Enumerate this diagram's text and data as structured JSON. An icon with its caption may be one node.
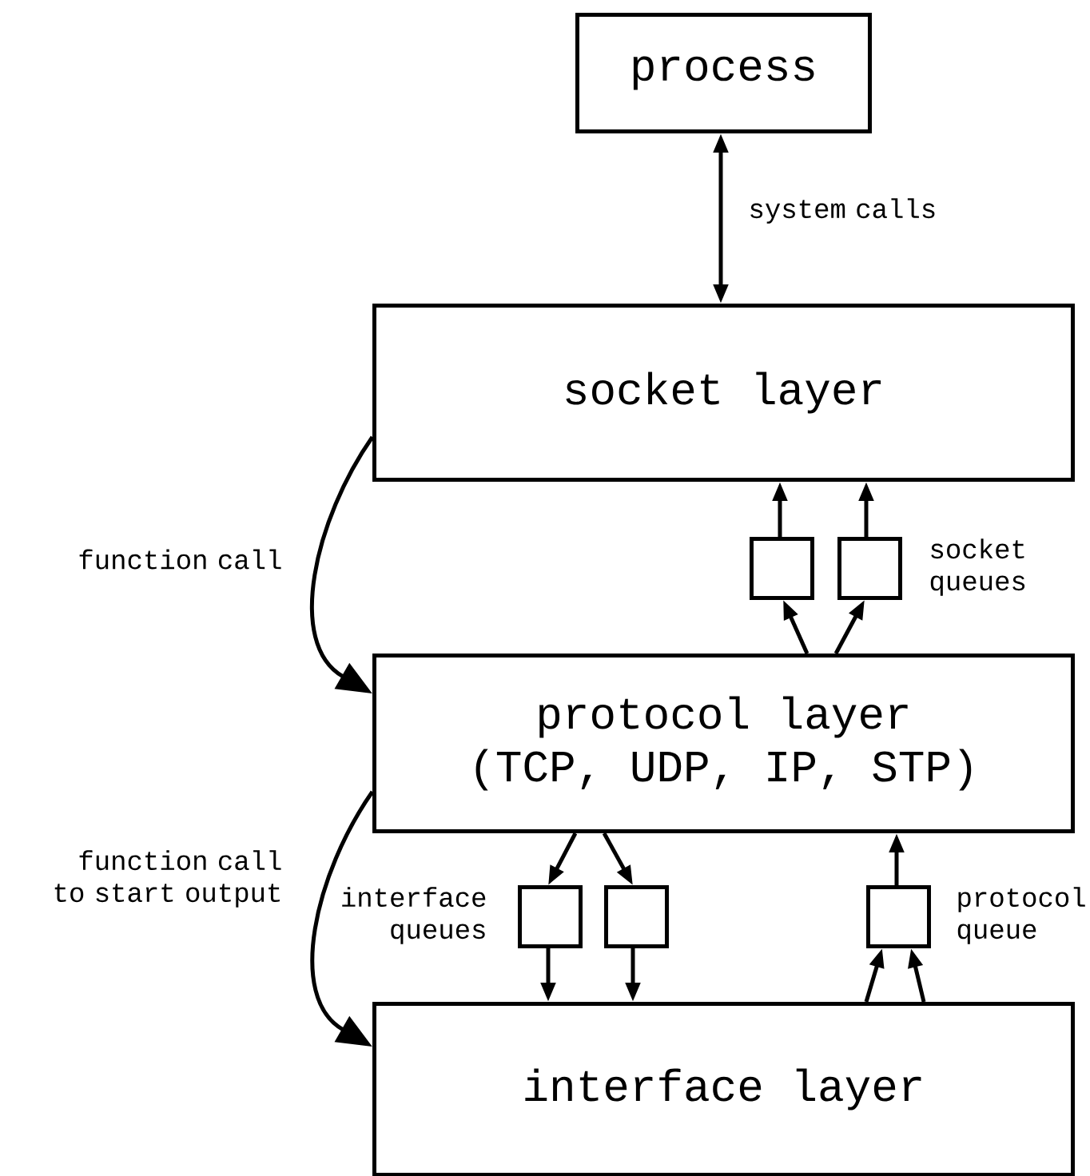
{
  "diagram": {
    "nodes": [
      {
        "text": [
          "process"
        ]
      },
      {
        "text": [
          "socket layer"
        ]
      },
      {
        "text": [
          "protocol layer",
          "(TCP, UDP, IP, STP)"
        ]
      },
      {
        "text": [
          "interface layer"
        ]
      },
      {
        "text": [],
        "shape": "box"
      },
      {
        "text": [],
        "shape": "box"
      },
      {
        "text": [],
        "shape": "box"
      },
      {
        "text": [],
        "shape": "box"
      },
      {
        "text": [],
        "shape": "box"
      }
    ],
    "edges": [
      {
        "from": 0,
        "to": 1,
        "arrow": "both",
        "label": "system calls"
      },
      {
        "from": 1,
        "to": 2,
        "arrow": "to",
        "label": "function call"
      },
      {
        "from": 2,
        "to": 3,
        "arrow": "to",
        "label": "function call to start output"
      },
      {
        "from": 2,
        "to": 4,
        "arrow": "to"
      },
      {
        "from": 2,
        "to": 5,
        "arrow": "to"
      },
      {
        "from": 4,
        "to": 1,
        "arrow": "to"
      },
      {
        "from": 5,
        "to": 1,
        "arrow": "to"
      },
      {
        "from": 2,
        "to": 6,
        "arrow": "to"
      },
      {
        "from": 2,
        "to": 7,
        "arrow": "to"
      },
      {
        "from": 6,
        "to": 3,
        "arrow": "to"
      },
      {
        "from": 7,
        "to": 3,
        "arrow": "to"
      },
      {
        "from": 3,
        "to": 8,
        "arrow": "to"
      },
      {
        "from": 3,
        "to": 8,
        "arrow": "to"
      },
      {
        "from": 8,
        "to": 2,
        "arrow": "to"
      }
    ],
    "labels": [
      "socket queues",
      "interface queues",
      "protocol queue"
    ]
  }
}
